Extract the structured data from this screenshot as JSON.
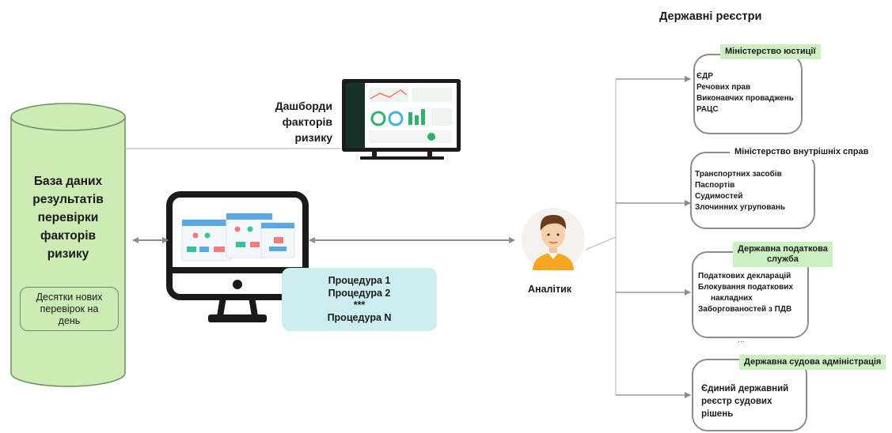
{
  "database": {
    "label": "База даних\nрезультатів\nперевірки\nфакторів\nризику",
    "note": "Десятки нових\nперевірок на\nдень"
  },
  "dashboard": {
    "title": "Дашборди\nфакторів\nризику"
  },
  "procedures": [
    "Процедура 1",
    "Процедура 2",
    "***",
    "Процедура N"
  ],
  "analyst": {
    "label": "Аналітик"
  },
  "registers": {
    "header": "Державні реєстри",
    "ellipsis": "...",
    "groups": [
      {
        "agency": "Міністерство юстиції",
        "items": [
          "ЄДР",
          "Речових прав",
          "Виконавчих проваджень",
          "РАЦС"
        ]
      },
      {
        "agency": "Міністерство внутрішніх справ",
        "items": [
          "Транспортних засобів",
          "Паспортів",
          "Судимостей",
          "Злочинних угруповань"
        ]
      },
      {
        "agency": "Державна податкова\nслужба",
        "items": [
          "Податкових декларацій",
          "Блокування податкових",
          "накладних",
          "Заборгованостей з ПДВ"
        ]
      },
      {
        "agency": "Державна судова адміністрація",
        "items": [
          "Єдиний державний",
          "реєстр судових",
          "рішень"
        ]
      }
    ]
  },
  "colors": {
    "db_fill": "#ccebb5",
    "procedure_fill": "#cdeeee",
    "agency_fill": "#ccf0c2",
    "arrow": "#8c8c8c"
  }
}
